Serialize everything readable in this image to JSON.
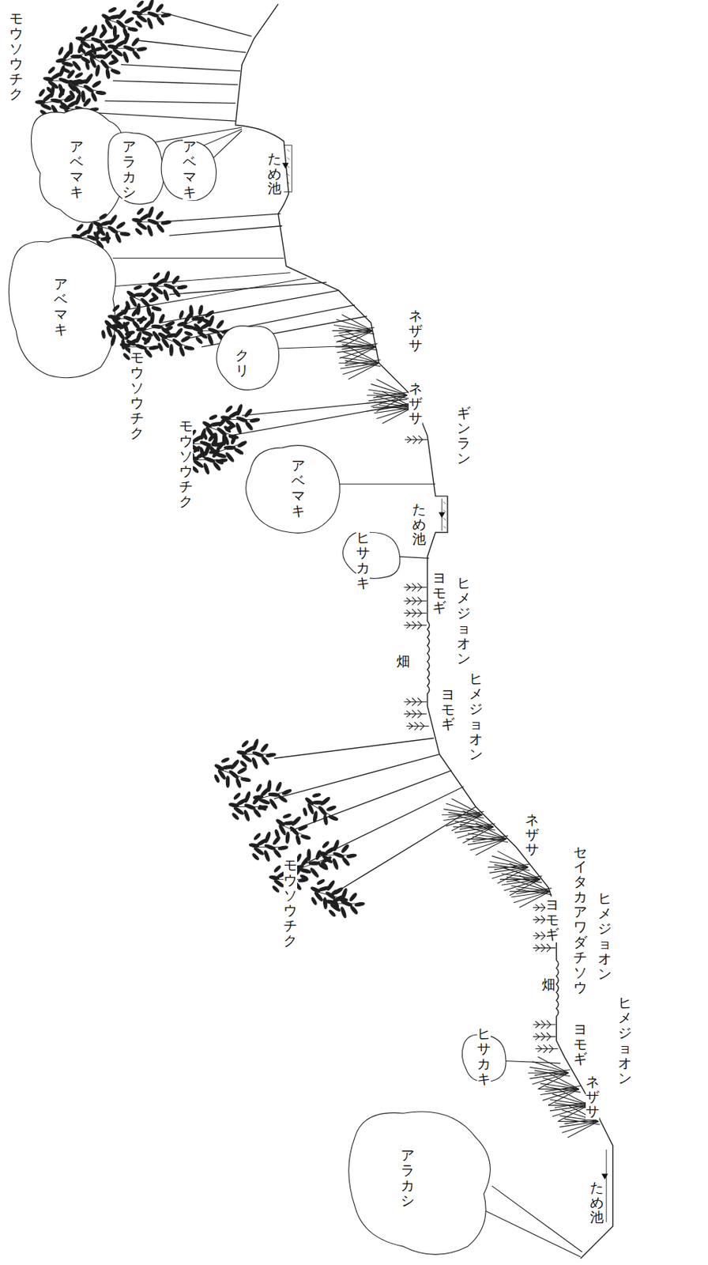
{
  "diagram": {
    "labels": [
      "モウソウチク",
      "アベマキ",
      "アラカシ",
      "アベマキ",
      "ため池",
      "アベマキ",
      "ネザサ",
      "ネザサ",
      "クリ",
      "モウソウチク",
      "ギンラン",
      "モウソウチク",
      "アベマキ",
      "ため池",
      "ヒサカキ",
      "ヨモギ",
      "ヒメジョオン",
      "畑",
      "ヒメジョオン",
      "ヨモギ",
      "モウソウチク",
      "ネザサ",
      "セイタカアワダチソウ",
      "ヨモギ",
      "ヒメジョオン",
      "畑",
      "ヒメジョオン",
      "ヨモギ",
      "ヒサカキ",
      "ネザサ",
      "アラカシ",
      "ため池"
    ]
  }
}
